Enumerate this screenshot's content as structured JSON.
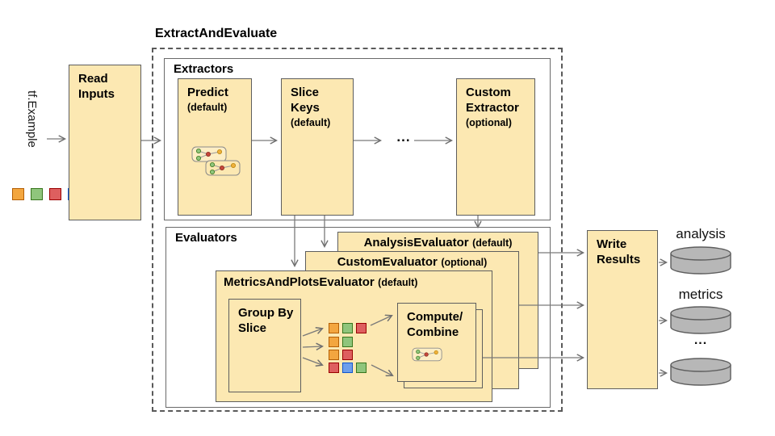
{
  "title": "ExtractAndEvaluate",
  "input": {
    "label": "tf.Example",
    "squares": [
      "orange",
      "green",
      "red",
      "blue"
    ]
  },
  "read_inputs": {
    "label": "Read Inputs"
  },
  "extractors": {
    "label": "Extractors",
    "predict": {
      "name": "Predict",
      "qualifier": "(default)"
    },
    "slice_keys": {
      "name": "Slice Keys",
      "qualifier": "(default)"
    },
    "ellipsis": "...",
    "custom": {
      "name": "Custom Extractor",
      "qualifier": "(optional)"
    }
  },
  "evaluators": {
    "label": "Evaluators",
    "analysis": {
      "name": "AnalysisEvaluator",
      "qualifier": "(default)"
    },
    "custom": {
      "name": "CustomEvaluator",
      "qualifier": "(optional)"
    },
    "metrics_and_plots": {
      "name": "MetricsAndPlotsEvaluator",
      "qualifier": "(default)"
    },
    "group_by_slice": {
      "label": "Group By Slice"
    },
    "compute_combine": {
      "line1": "Compute/",
      "line2": "Combine"
    },
    "slice_grid": {
      "rows": [
        [
          "orange",
          "green",
          "red"
        ],
        [
          "orange",
          "green"
        ],
        [
          "orange",
          "red"
        ],
        [
          "red",
          "blue",
          "green"
        ]
      ]
    }
  },
  "write_results": {
    "label": "Write Results"
  },
  "outputs": {
    "analysis": {
      "label": "analysis"
    },
    "metrics": {
      "label": "metrics"
    },
    "more": {
      "label": "..."
    }
  },
  "colors": {
    "box_fill": "#FCE8B2",
    "box_border": "#5E5E5E",
    "container_border": "#6A6A6A",
    "arrow": "#7A7A7A",
    "cylinder_fill": "#B7B7B7",
    "cylinder_border": "#5E5E5E",
    "square_orange": "#F3A63F",
    "square_green": "#8FC57C",
    "square_red": "#DE5F5F",
    "square_blue": "#6D9EEB",
    "graph_dot_green": "#8FC57C",
    "graph_dot_red": "#C5473B",
    "graph_dot_yellow": "#F0B13C"
  }
}
